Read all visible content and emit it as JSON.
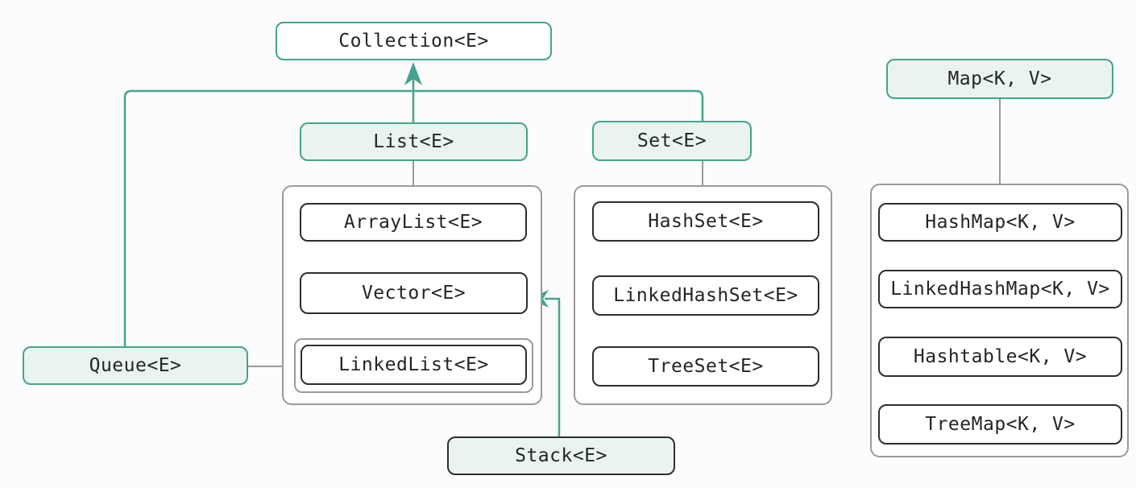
{
  "colors": {
    "teal": "#46a38d",
    "green_fill": "#e9f4ee",
    "gray_line": "#9a9a9a",
    "dark_border": "#2e2e2e",
    "text": "#242424",
    "background": "#fbfcfb"
  },
  "nodes": {
    "collection": "Collection<E>",
    "list": "List<E>",
    "set": "Set<E>",
    "map": "Map<K, V>",
    "queue": "Queue<E>",
    "stack": "Stack<E>",
    "list_implementations": [
      "ArrayList<E>",
      "Vector<E>",
      "LinkedList<E>"
    ],
    "set_implementations": [
      "HashSet<E>",
      "LinkedHashSet<E>",
      "TreeSet<E>"
    ],
    "map_implementations": [
      "HashMap<K, V>",
      "LinkedHashMap<K, V>",
      "Hashtable<K, V>",
      "TreeMap<K, V>"
    ]
  },
  "edges": [
    {
      "from": "List<E>",
      "to": "Collection<E>",
      "style": "teal-arrow"
    },
    {
      "from": "Set<E>",
      "to": "Collection<E>",
      "style": "teal-line"
    },
    {
      "from": "Queue<E>",
      "to": "Collection<E>",
      "style": "teal-line"
    },
    {
      "from": "Stack<E>",
      "to": "Vector<E>",
      "style": "teal-arrow"
    },
    {
      "from": "List<E>",
      "to": "list-implementations-group",
      "style": "gray-line"
    },
    {
      "from": "Set<E>",
      "to": "set-implementations-group",
      "style": "gray-line"
    },
    {
      "from": "Map<K, V>",
      "to": "map-implementations-group",
      "style": "gray-line"
    },
    {
      "from": "Queue<E>",
      "to": "LinkedList<E>",
      "style": "gray-line"
    }
  ]
}
